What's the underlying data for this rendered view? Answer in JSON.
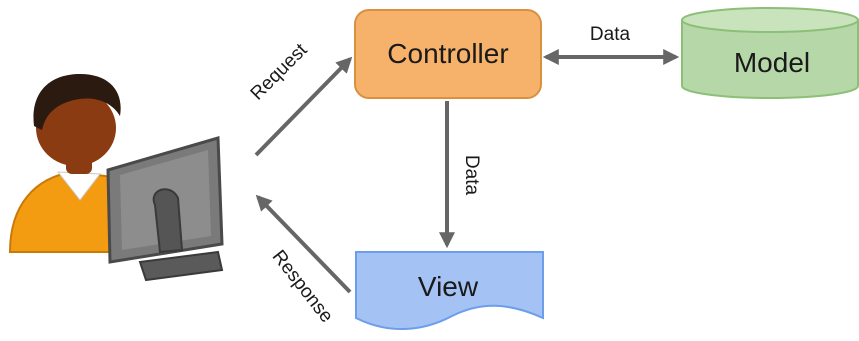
{
  "nodes": {
    "controller": {
      "label": "Controller"
    },
    "model": {
      "label": "Model"
    },
    "view": {
      "label": "View"
    }
  },
  "edges": {
    "request": {
      "label": "Request"
    },
    "response": {
      "label": "Response"
    },
    "controller_model": {
      "label": "Data"
    },
    "controller_view": {
      "label": "Data"
    }
  },
  "icons": {
    "user": "user-at-computer-icon"
  },
  "colors": {
    "controller_fill": "#f6b26b",
    "controller_stroke": "#d9913f",
    "model_fill": "#b6d7a8",
    "model_stroke": "#8cbf77",
    "view_fill": "#a4c2f4",
    "view_stroke": "#6d9eeb",
    "arrow": "#666666",
    "user_shirt": "#f39c12",
    "user_skin": "#8a3b12",
    "user_hair": "#2b1a10",
    "monitor": "#6f6f6f"
  }
}
